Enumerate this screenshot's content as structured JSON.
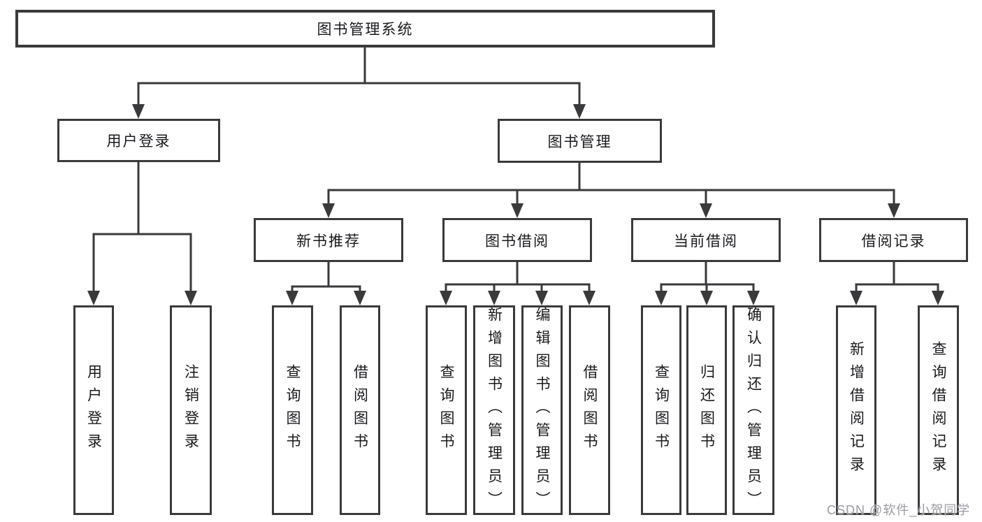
{
  "diagram": {
    "title": "图书管理系统",
    "branches": [
      {
        "label": "用户登录",
        "leaves": [
          "用户登录",
          "注销登录"
        ]
      },
      {
        "label": "图书管理",
        "groups": [
          {
            "label": "新书推荐",
            "leaves": [
              "查询图书",
              "借阅图书"
            ]
          },
          {
            "label": "图书借阅",
            "leaves": [
              "查询图书",
              "新增图书（管理员）",
              "编辑图书（管理员）",
              "借阅图书"
            ]
          },
          {
            "label": "当前借阅",
            "leaves": [
              "查询图书",
              "归还图书",
              "确认归还（管理员）"
            ]
          },
          {
            "label": "借阅记录",
            "leaves": [
              "新增借阅记录",
              "查询借阅记录"
            ]
          }
        ]
      }
    ]
  },
  "watermark": "CSDN @软件_小贺同学",
  "colors": {
    "line": "#3a3a3c",
    "text": "#1a1a1e",
    "watermark": "#9b9ba1",
    "background": "#ffffff"
  }
}
